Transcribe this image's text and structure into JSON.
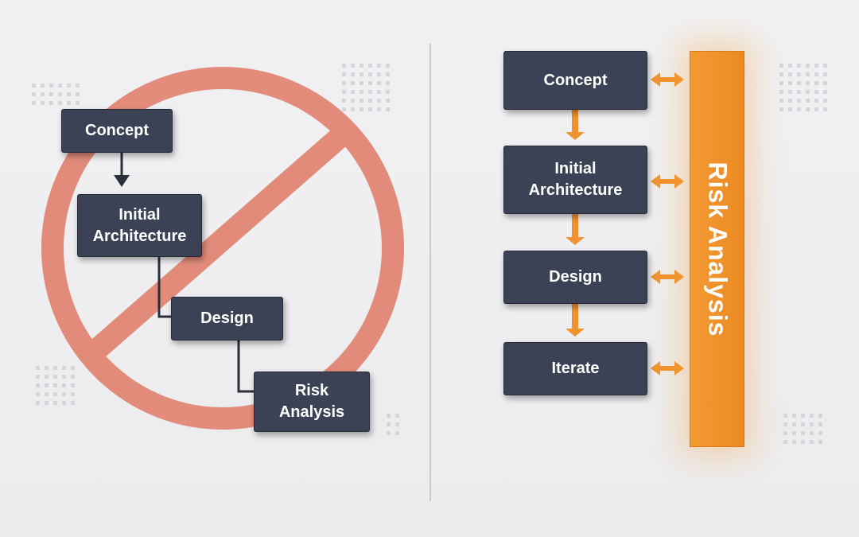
{
  "colors": {
    "box": "#3b4256",
    "prohibited": "#e07a66",
    "accent": "#f0922e",
    "connector": "#2b2f3a"
  },
  "left": {
    "meaning": "prohibited",
    "steps": [
      {
        "label": "Concept"
      },
      {
        "label": "Initial\nArchitecture"
      },
      {
        "label": "Design"
      },
      {
        "label": "Risk\nAnalysis"
      }
    ]
  },
  "right": {
    "steps": [
      {
        "label": "Concept"
      },
      {
        "label": "Initial\nArchitecture"
      },
      {
        "label": "Design"
      },
      {
        "label": "Iterate"
      }
    ],
    "side_bar": "Risk Analysis"
  },
  "icons": {
    "prohibited": "no-symbol-icon",
    "flow": "arrow-down-icon",
    "link": "double-arrow-icon"
  }
}
